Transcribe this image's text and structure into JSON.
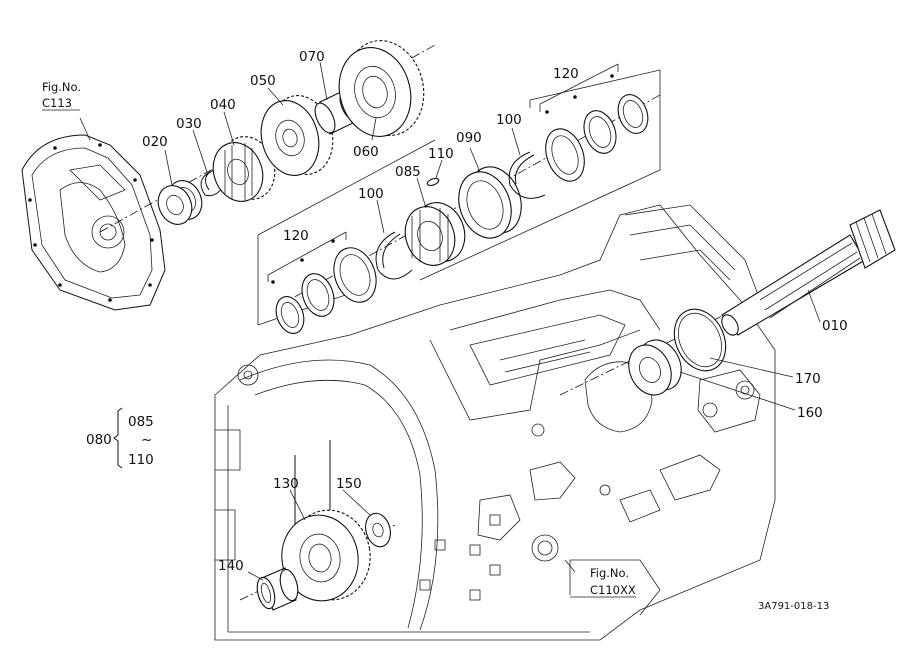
{
  "labels": {
    "p010": "010",
    "p020": "020",
    "p030": "030",
    "p040": "040",
    "p050": "050",
    "p060": "060",
    "p070": "070",
    "p080": "080",
    "p085a": "085",
    "p085b": "085",
    "p090": "090",
    "p100a": "100",
    "p100b": "100",
    "p110a": "110",
    "p110b": "110",
    "p120a": "120",
    "p120b": "120",
    "p130": "130",
    "p140": "140",
    "p150": "150",
    "p160": "160",
    "p170": "170",
    "tilde": "~"
  },
  "fig_refs": {
    "c113_title": "Fig.No.",
    "c113_code": "C113",
    "c110_title": "Fig.No.",
    "c110_code": "C110XX"
  },
  "drawing_code": "3A791-018-13"
}
